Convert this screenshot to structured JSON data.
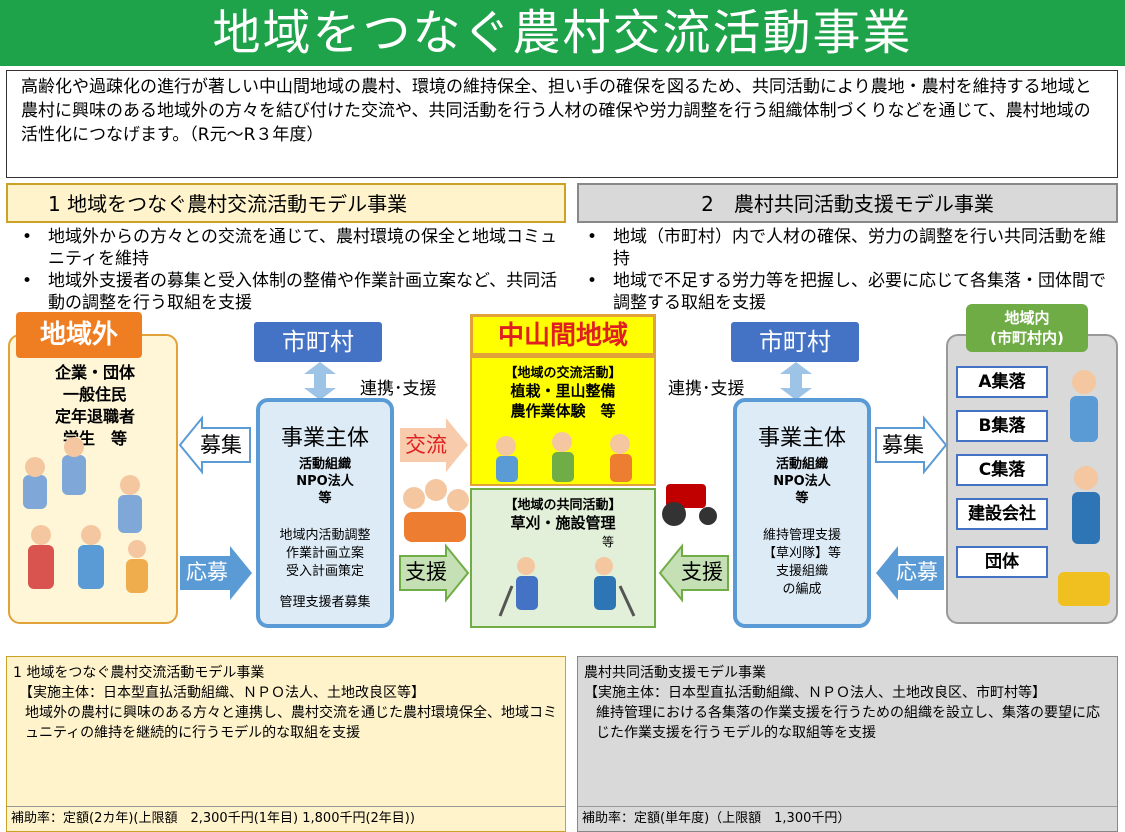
{
  "title": "地域をつなぐ農村交流活動事業",
  "intro": "高齢化や過疎化の進行が著しい中山間地域の農村、環境の維持保全、担い手の確保を図るため、共同活動により農地・農村を維持する地域と農村に興味のある地域外の方々を結び付けた交流や、共同活動を行う人材の確保や労力調整を行う組織体制づくりなどを通じて、農村地域の活性化につなげます。（R元〜R３年度）",
  "section1": {
    "heading": "1 地域をつなぐ農村交流活動モデル事業",
    "bullets": [
      "地域外からの方々との交流を通じて、農村環境の保全と地域コミュニティを維持",
      "地域外支援者の募集と受入体制の整備や作業計画立案など、共同活動の調整を行う取組を支援"
    ]
  },
  "section2": {
    "heading": "2　農村共同活動支援モデル事業",
    "bullets": [
      "地域（市町村）内で人材の確保、労力の調整を行い共同活動を維持",
      "地域で不足する労力等を把握し、必要に応じて各集落・団体間で調整する取組を支援"
    ]
  },
  "diagram": {
    "outside": {
      "label": "地域外",
      "lines": [
        "企業・団体",
        "一般住民",
        "定年退職者",
        "学生　等"
      ]
    },
    "inside": {
      "label_line1": "地域内",
      "label_line2": "(市町村内)",
      "villages": [
        "A集落",
        "B集落",
        "C集落",
        "建設会社",
        "団体"
      ]
    },
    "municipality_left": "市町村",
    "municipality_right": "市町村",
    "renkei_left": "連携･支援",
    "renkei_right": "連携･支援",
    "entity_left": {
      "title": "事業主体",
      "sub": [
        "活動組織",
        "NPO法人",
        "等"
      ],
      "acts": [
        "地域内活動調整",
        "作業計画立案",
        "受入計画策定"
      ],
      "act2": "管理支援者募集"
    },
    "entity_right": {
      "title": "事業主体",
      "sub": [
        "活動組織",
        "NPO法人",
        "等"
      ],
      "acts": [
        "維持管理支援",
        "【草刈隊】等",
        "支援組織",
        "の編成"
      ]
    },
    "center": {
      "label": "中山間地域",
      "top_sub": "【地域の交流活動】",
      "top_lines": [
        "植栽・里山整備",
        "農作業体験　等"
      ],
      "bot_sub": "【地域の共同活動】",
      "bot_line": "草刈・施設管理",
      "bot_etc": "等"
    },
    "arrows": {
      "boshu_left": "募集",
      "boshu_right": "募集",
      "obo_left": "応募",
      "obo_right": "応募",
      "koryu": "交流",
      "shien_left": "支援",
      "shien_right": "支援"
    }
  },
  "bottom1": {
    "title": "1 地域をつなぐ農村交流活動モデル事業",
    "body1": "【実施主体：日本型直払活動組織、ＮＰＯ法人、土地改良区等】",
    "body2": "地域外の農村に興味のある方々と連携し、農村交流を通じた農村環境保全、地域コミュニティの維持を継続的に行うモデル的な取組を支援",
    "rate": "補助率：定額(2カ年)(上限額　2,300千円(1年目) 1,800千円(2年目))"
  },
  "bottom2": {
    "title": "農村共同活動支援モデル事業",
    "body1": "【実施主体：日本型直払活動組織、ＮＰＯ法人、土地改良区、市町村等】",
    "body2": "維持管理における各集落の作業支援を行うための組織を設立し、集落の要望に応じた作業支援を行うモデル的な取組等を支援",
    "rate": "補助率：定額(単年度)（上限額　1,300千円）"
  }
}
